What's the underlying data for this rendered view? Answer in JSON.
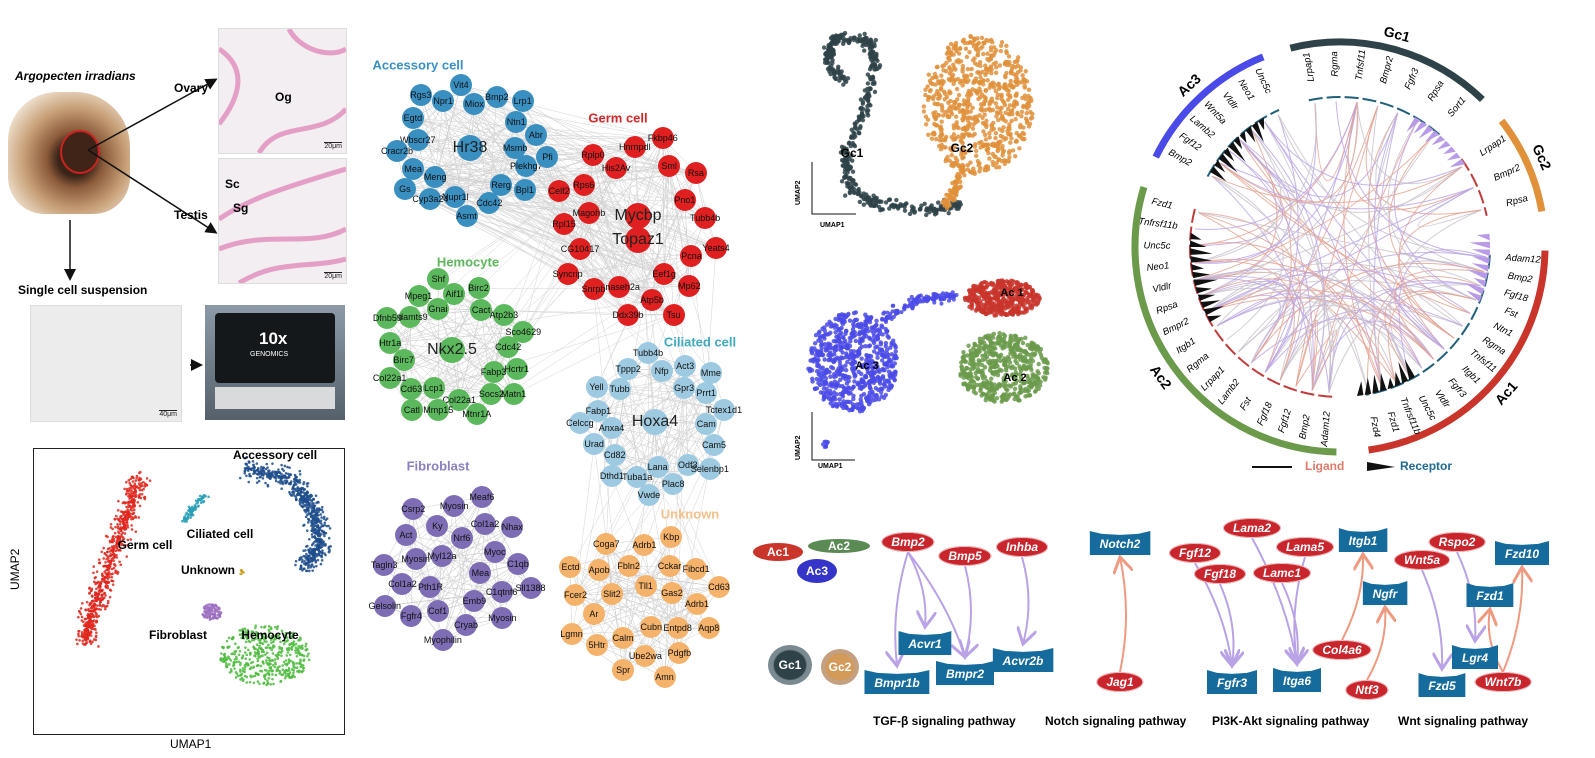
{
  "colors": {
    "germ": "#e1261c",
    "accessory": "#1f4e8c",
    "ciliated": "#2aa0b8",
    "unknown": "#c8a020",
    "fibroblast": "#9b6fc0",
    "hemocyte": "#4cbb3c",
    "gc1": "#2e4248",
    "gc2": "#e0913a",
    "ac1": "#c9352b",
    "ac2": "#6a9a4a",
    "ac3": "#4a4ae8",
    "ligand_line": "#e3a08f",
    "receptor_line": "#b9a2e6"
  },
  "panel_a": {
    "species": "Argopecten irradians",
    "ovary": "Ovary",
    "testis": "Testis",
    "og": "Og",
    "sc": "Sc",
    "sg": "Sg",
    "scale_20": "20μm",
    "scale_20b": "20μm",
    "scale_40": "40μm",
    "suspension": "Single cell suspension",
    "tenx_logo": "10x",
    "tenx_sub": "GENOMICS",
    "umap": {
      "xlabel": "UMAP1",
      "ylabel": "UMAP2",
      "clusters": {
        "accessory": "Accessory cell",
        "germ": "Germ cell",
        "ciliated": "Ciliated cell",
        "unknown": "Unknown",
        "fibroblast": "Fibroblast",
        "hemocyte": "Hemocyte"
      }
    }
  },
  "networks": [
    {
      "key": "accessory",
      "title": "Accessory cell",
      "circle": "#3a8fc1",
      "label_color": "#3a8fc1",
      "hubs": [
        "Hr38"
      ],
      "nodes": [
        "Msmb",
        "Meng",
        "Miox",
        "Rerg",
        "Wbscr27",
        "Ntn1",
        "Nupr1l",
        "Npr1",
        "Plekhg7",
        "Mea",
        "Bmp2",
        "Cdc42",
        "Egtd",
        "Abr",
        "Cyp3a24",
        "Vit4",
        "Bpl1",
        "Cracr2b",
        "Lrp1",
        "Asmt",
        "Rgs3",
        "Pfi",
        "Gs"
      ]
    },
    {
      "key": "germ",
      "title": "Germ cell",
      "circle": "#e02020",
      "label_color": "#d62728",
      "hubs": [
        "Mycbp",
        "Topaz1"
      ],
      "nodes": [
        "Eef1g",
        "Magohb",
        "Pno1",
        "Rnaseh2a",
        "His2Av",
        "Pcna",
        "CG10417",
        "Sml",
        "Atp5b",
        "Rps6",
        "Tubb4b",
        "Snrpb",
        "Hnrnpdl",
        "Mp62",
        "Rpl15",
        "Rsa",
        "Ddx39b",
        "Rplp0",
        "Yeats4",
        "Syncrip",
        "Fkbp46",
        "Tsu",
        "Celf2"
      ]
    },
    {
      "key": "hemocyte",
      "title": "Hemocyte",
      "circle": "#5cb85c",
      "label_color": "#5cb85c",
      "hubs": [
        "Nkx2.5"
      ],
      "nodes": [
        "Lcp1",
        "Gnai",
        "Fabp3",
        "Birc7",
        "Cact",
        "Col22a1",
        "Adamts9",
        "Cdc42",
        "Cd63",
        "Aif1l",
        "Socs2",
        "Htr1a",
        "Atp2b3",
        "Mmp15",
        "Mpeg1",
        "Hcrtr1",
        "Col22a1",
        "Birc2",
        "Mtnr1A",
        "Dfnb59",
        "Sco4629",
        "Catl",
        "Shf",
        "Matn1"
      ]
    },
    {
      "key": "ciliated",
      "title": "Ciliated cell",
      "circle": "#9ecae1",
      "label_color": "#3fa9c0",
      "hubs": [
        "Hoxa4"
      ],
      "nodes": [
        "Anxa4",
        "Gpr3",
        "Lana",
        "Tubb",
        "Cam",
        "Cd82",
        "Nfp",
        "Odf3",
        "Fabp1",
        "Prrt1",
        "Tuba1a",
        "Tppp2",
        "Cam5",
        "Urad",
        "Act3",
        "Plac8",
        "Yell",
        "Tctex1d1",
        "Dthd1",
        "Tubb4b",
        "Selenbp1",
        "Celccg",
        "Mme",
        "Vwde"
      ]
    },
    {
      "key": "fibroblast",
      "title": "Fibroblast",
      "circle": "#7e6db5",
      "label_color": "#8b7fc2",
      "hubs": [],
      "nodes": [
        "Myl12a",
        "Mea",
        "Pth1R",
        "Nrf6",
        "Emb9",
        "Myosin",
        "Myoc",
        "Cof1",
        "Ky",
        "C1qtnf6",
        "Col1a2",
        "Col1a2",
        "Cryab",
        "Act",
        "C1qb",
        "Fgfr4",
        "Myosin",
        "Myosin",
        "Tagln3",
        "Nhax",
        "Myophilin",
        "Csrp2",
        "Sll1388",
        "Gelsolin",
        "Meaf6"
      ]
    },
    {
      "key": "unknown",
      "title": "Unknown",
      "circle": "#f5b26b",
      "label_color": "#f5c08a",
      "hubs": [],
      "nodes": [
        "Tll1",
        "Cubn",
        "Slit2",
        "Gas2",
        "Calm",
        "Fbln2",
        "Entpd8",
        "Ar",
        "Cckar",
        "Ube2wa",
        "Apob",
        "Adrb1",
        "5Htr",
        "Adrb1",
        "Pdgfb",
        "Fcer2",
        "Fibcd1",
        "Spr",
        "Coga7",
        "Aqp8",
        "Lgmn",
        "Kbp",
        "Amn",
        "Ectd",
        "Cd63"
      ]
    }
  ],
  "umap_gc": {
    "labels": {
      "gc1": "Gc1",
      "gc2": "Gc2"
    },
    "xlabel": "UMAP1",
    "ylabel": "UMAP2"
  },
  "umap_ac": {
    "labels": {
      "ac1": "Ac\n1",
      "ac2": "Ac\n2",
      "ac3": "Ac\n3"
    },
    "ac1": "Ac 1",
    "ac2": "Ac 2",
    "ac3": "Ac 3",
    "xlabel": "UMAP1",
    "ylabel": "UMAP2"
  },
  "chord": {
    "sectors": [
      {
        "name": "Gc1",
        "color": "#2e4248",
        "genes": [
          "Lrpap1",
          "Rgma",
          "Tnfsf11",
          "Bmpr2",
          "Fgfr3",
          "Rpsa",
          "Sort1"
        ]
      },
      {
        "name": "Gc2",
        "color": "#e0913a",
        "genes": [
          "Lrpap1",
          "Bmpr2",
          "Rpsa"
        ]
      },
      {
        "name": "Ac1",
        "color": "#c9352b",
        "genes": [
          "Adam12",
          "Bmp2",
          "Fgf18",
          "Fst",
          "Ntn1",
          "Rgma",
          "Tnfsf11",
          "Itgb1",
          "Fgfr3",
          "Vldlr",
          "Unc5c",
          "Tnfrsf11b",
          "Fzd1",
          "Fzd4"
        ]
      },
      {
        "name": "Ac2",
        "color": "#6a9a4a",
        "genes": [
          "Adam12",
          "Bmp2",
          "Fgf12",
          "Fgf18",
          "Fst",
          "Lamb2",
          "Lrpap1",
          "Rgma",
          "Itgb1",
          "Bmpr2",
          "Rpsa",
          "Vldlr",
          "Neo1",
          "Unc5c",
          "Tnfrsf11b",
          "Fzd1"
        ]
      },
      {
        "name": "Ac3",
        "color": "#4a4ae8",
        "genes": [
          "Bmp2",
          "Fgf12",
          "Lamb2",
          "Wnt5a",
          "Vldlr",
          "Neo1",
          "Unc5c"
        ]
      }
    ],
    "legend": {
      "ligand": "Ligand",
      "receptor": "Receptor"
    }
  },
  "pathways": {
    "cells": {
      "ac1": "Ac1",
      "ac2": "Ac2",
      "ac3": "Ac3",
      "gc1": "Gc1",
      "gc2": "Gc2"
    },
    "ligands": [
      "Bmp2",
      "Bmp5",
      "Inhba",
      "Jag1",
      "Fgf12",
      "Fgf18",
      "Lama2",
      "Lama5",
      "Lamc1",
      "Col4a6",
      "Ntf3",
      "Wnt5a",
      "Rspo2",
      "Wnt7b"
    ],
    "receptors": [
      "Acvr1",
      "Bmpr1b",
      "Bmpr2",
      "Acvr2b",
      "Notch2",
      "Fgfr3",
      "Itga6",
      "Itgb1",
      "Ngfr",
      "Fzd10",
      "Fzd1",
      "Lgr4",
      "Fzd5"
    ],
    "edges": [
      [
        "Bmp2",
        "Bmpr1b",
        "purple"
      ],
      [
        "Bmp2",
        "Acvr1",
        "purple"
      ],
      [
        "Bmp2",
        "Bmpr2",
        "purple"
      ],
      [
        "Bmp5",
        "Bmpr2",
        "purple"
      ],
      [
        "Inhba",
        "Acvr2b",
        "purple"
      ],
      [
        "Jag1",
        "Notch2",
        "orange"
      ],
      [
        "Fgf12",
        "Fgfr3",
        "purple"
      ],
      [
        "Fgf18",
        "Fgfr3",
        "purple"
      ],
      [
        "Lama2",
        "Itga6",
        "purple"
      ],
      [
        "Lama5",
        "Itga6",
        "purple"
      ],
      [
        "Lamc1",
        "Itga6",
        "purple"
      ],
      [
        "Col4a6",
        "Itgb1",
        "orange"
      ],
      [
        "Ntf3",
        "Ngfr",
        "orange"
      ],
      [
        "Wnt5a",
        "Fzd5",
        "purple"
      ],
      [
        "Rspo2",
        "Lgr4",
        "purple"
      ],
      [
        "Wnt7b",
        "Fzd1",
        "orange"
      ],
      [
        "Wnt7b",
        "Fzd10",
        "orange"
      ]
    ],
    "titles": [
      "TGF-β signaling pathway",
      "Notch signaling pathway",
      "PI3K-Akt signaling pathway",
      "Wnt signaling pathway"
    ]
  }
}
